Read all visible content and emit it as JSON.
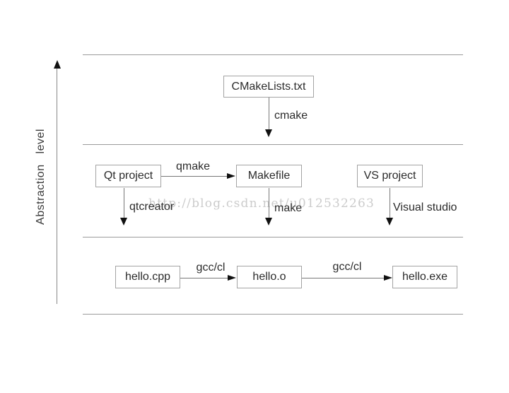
{
  "axis": {
    "label": "Abstraction level"
  },
  "watermark": {
    "text": "http://blog.csdn.net/u012532263"
  },
  "nodes": [
    {
      "label": "CMakeLists.txt"
    },
    {
      "label": "Qt project"
    },
    {
      "label": "Makefile"
    },
    {
      "label": "VS project"
    },
    {
      "label": "hello.cpp"
    },
    {
      "label": "hello.o"
    },
    {
      "label": "hello.exe"
    }
  ],
  "edges": [
    {
      "from": "CMakeLists.txt",
      "to": "Makefile level",
      "label": "cmake"
    },
    {
      "from": "Qt project",
      "to": "Makefile",
      "label": "qmake"
    },
    {
      "from": "Qt project",
      "to": "build level",
      "label": "qtcreator"
    },
    {
      "from": "Makefile",
      "to": "build level",
      "label": "make"
    },
    {
      "from": "VS project",
      "to": "build level",
      "label": "Visual studio"
    },
    {
      "from": "hello.cpp",
      "to": "hello.o",
      "label": "gcc/cl"
    },
    {
      "from": "hello.o",
      "to": "hello.exe",
      "label": "gcc/cl"
    }
  ],
  "colors": {
    "background": "#ffffff",
    "level_line": "#9b9b9b",
    "box_border": "#a3a3a3",
    "text": "#2b2b2b",
    "arrow_stem": "#777777",
    "arrow_head": "#111111",
    "watermark": "#cccccc"
  }
}
